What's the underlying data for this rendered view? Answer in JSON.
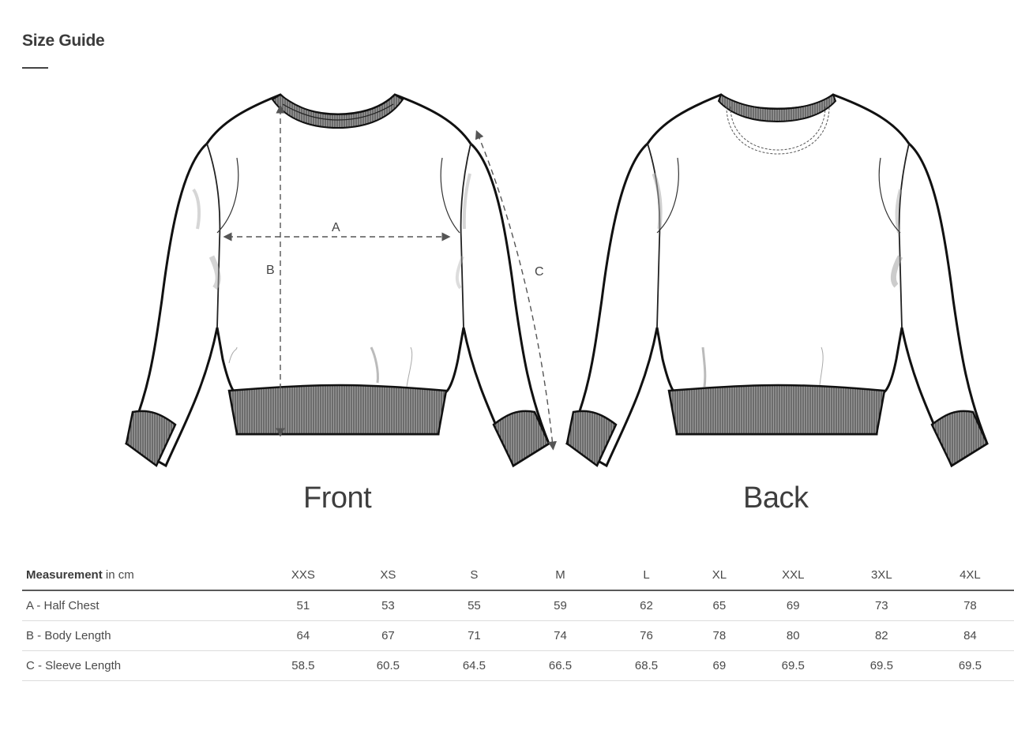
{
  "page": {
    "title": "Size Guide"
  },
  "figures": {
    "front": {
      "label": "Front",
      "markers": {
        "a": "A",
        "b": "B",
        "c": "C"
      }
    },
    "back": {
      "label": "Back"
    }
  },
  "table": {
    "header": {
      "measurement_bold": "Measurement",
      "measurement_unit": " in cm",
      "sizes": [
        "XXS",
        "XS",
        "S",
        "M",
        "L",
        "XL",
        "XXL",
        "3XL",
        "4XL"
      ]
    },
    "rows": [
      {
        "label": "A - Half Chest",
        "values": [
          "51",
          "53",
          "55",
          "59",
          "62",
          "65",
          "69",
          "73",
          "78"
        ]
      },
      {
        "label": "B - Body Length",
        "values": [
          "64",
          "67",
          "71",
          "74",
          "76",
          "78",
          "80",
          "82",
          "84"
        ]
      },
      {
        "label": "C - Sleeve Length",
        "values": [
          "58.5",
          "60.5",
          "64.5",
          "66.5",
          "68.5",
          "69",
          "69.5",
          "69.5",
          "69.5"
        ]
      }
    ]
  },
  "colors": {
    "text": "#3b3b3b",
    "rib": "#8a8a8a",
    "outline": "#111111",
    "header_rule": "#5a5a5a",
    "row_rule": "#dcdcdc"
  }
}
